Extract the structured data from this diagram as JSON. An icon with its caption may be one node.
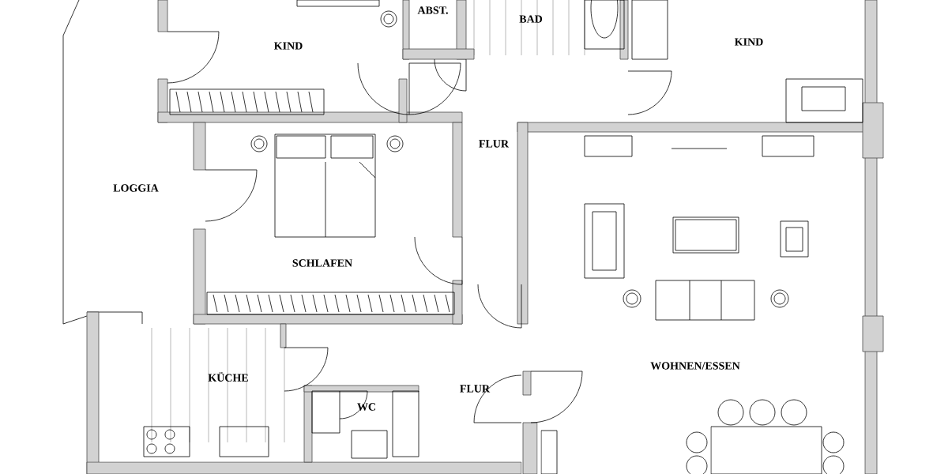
{
  "diagram": {
    "labels": [
      "KIND",
      "ABST.",
      "BAD",
      "KIND",
      "FLUR",
      "LOGGIA",
      "SCHLAFEN",
      "KÜCHE",
      "WC",
      "FLUR",
      "WOHNEN/ESSEN"
    ]
  }
}
